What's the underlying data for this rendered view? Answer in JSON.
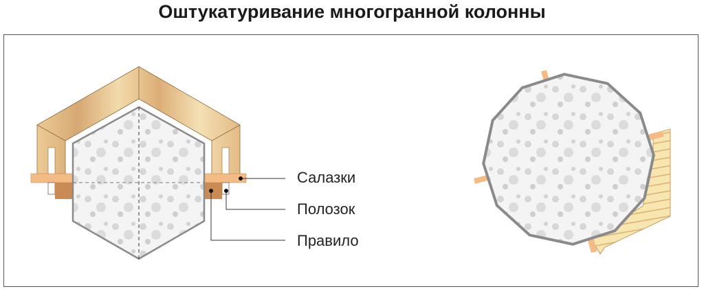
{
  "title": "Оштукатуривание многогранной колонны",
  "labels": {
    "salazki": "Салазки",
    "polozok": "Полозок",
    "pravilo": "Правило"
  },
  "colors": {
    "wood_light": "#f0d3a0",
    "wood_dark": "#d9a86a",
    "bar": "#f4bb85",
    "runner": "#c98a55",
    "plaster": "#f2f2f2",
    "plaster_edge": "#8a8a8a"
  }
}
